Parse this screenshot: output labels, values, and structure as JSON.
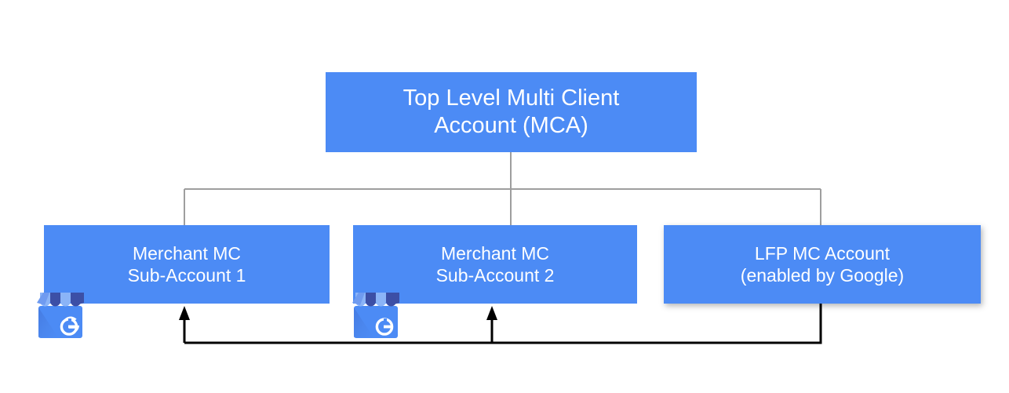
{
  "diagram": {
    "title": "Google Merchant Center account hierarchy",
    "colors": {
      "node_fill": "#4c8bf5",
      "node_text": "#ffffff",
      "tree_line": "#9e9e9e",
      "flow_line": "#000000",
      "background": "#ffffff"
    },
    "nodes": {
      "mca": {
        "label": "Top Level Multi Client\nAccount (MCA)",
        "line1": "Top Level Multi Client",
        "line2": "Account (MCA)"
      },
      "merchant_1": {
        "label": "Merchant MC\nSub-Account 1",
        "line1": "Merchant MC",
        "line2": "Sub-Account 1"
      },
      "merchant_2": {
        "label": "Merchant MC\nSub-Account 2",
        "line1": "Merchant MC",
        "line2": "Sub-Account 2"
      },
      "lfp": {
        "label": "LFP MC Account\n(enabled by Google)",
        "line1": "LFP MC Account",
        "line2": "(enabled by Google)"
      }
    },
    "icons": {
      "gmb_1": "google-my-business-storefront-icon",
      "gmb_2": "google-my-business-storefront-icon"
    },
    "connectors": {
      "tree": "MCA branches down to Merchant MC Sub-Account 1, Merchant MC Sub-Account 2 and LFP MC Account",
      "flow": "LFP MC Account feeds back up into Merchant MC Sub-Account 1 and Merchant MC Sub-Account 2"
    }
  }
}
